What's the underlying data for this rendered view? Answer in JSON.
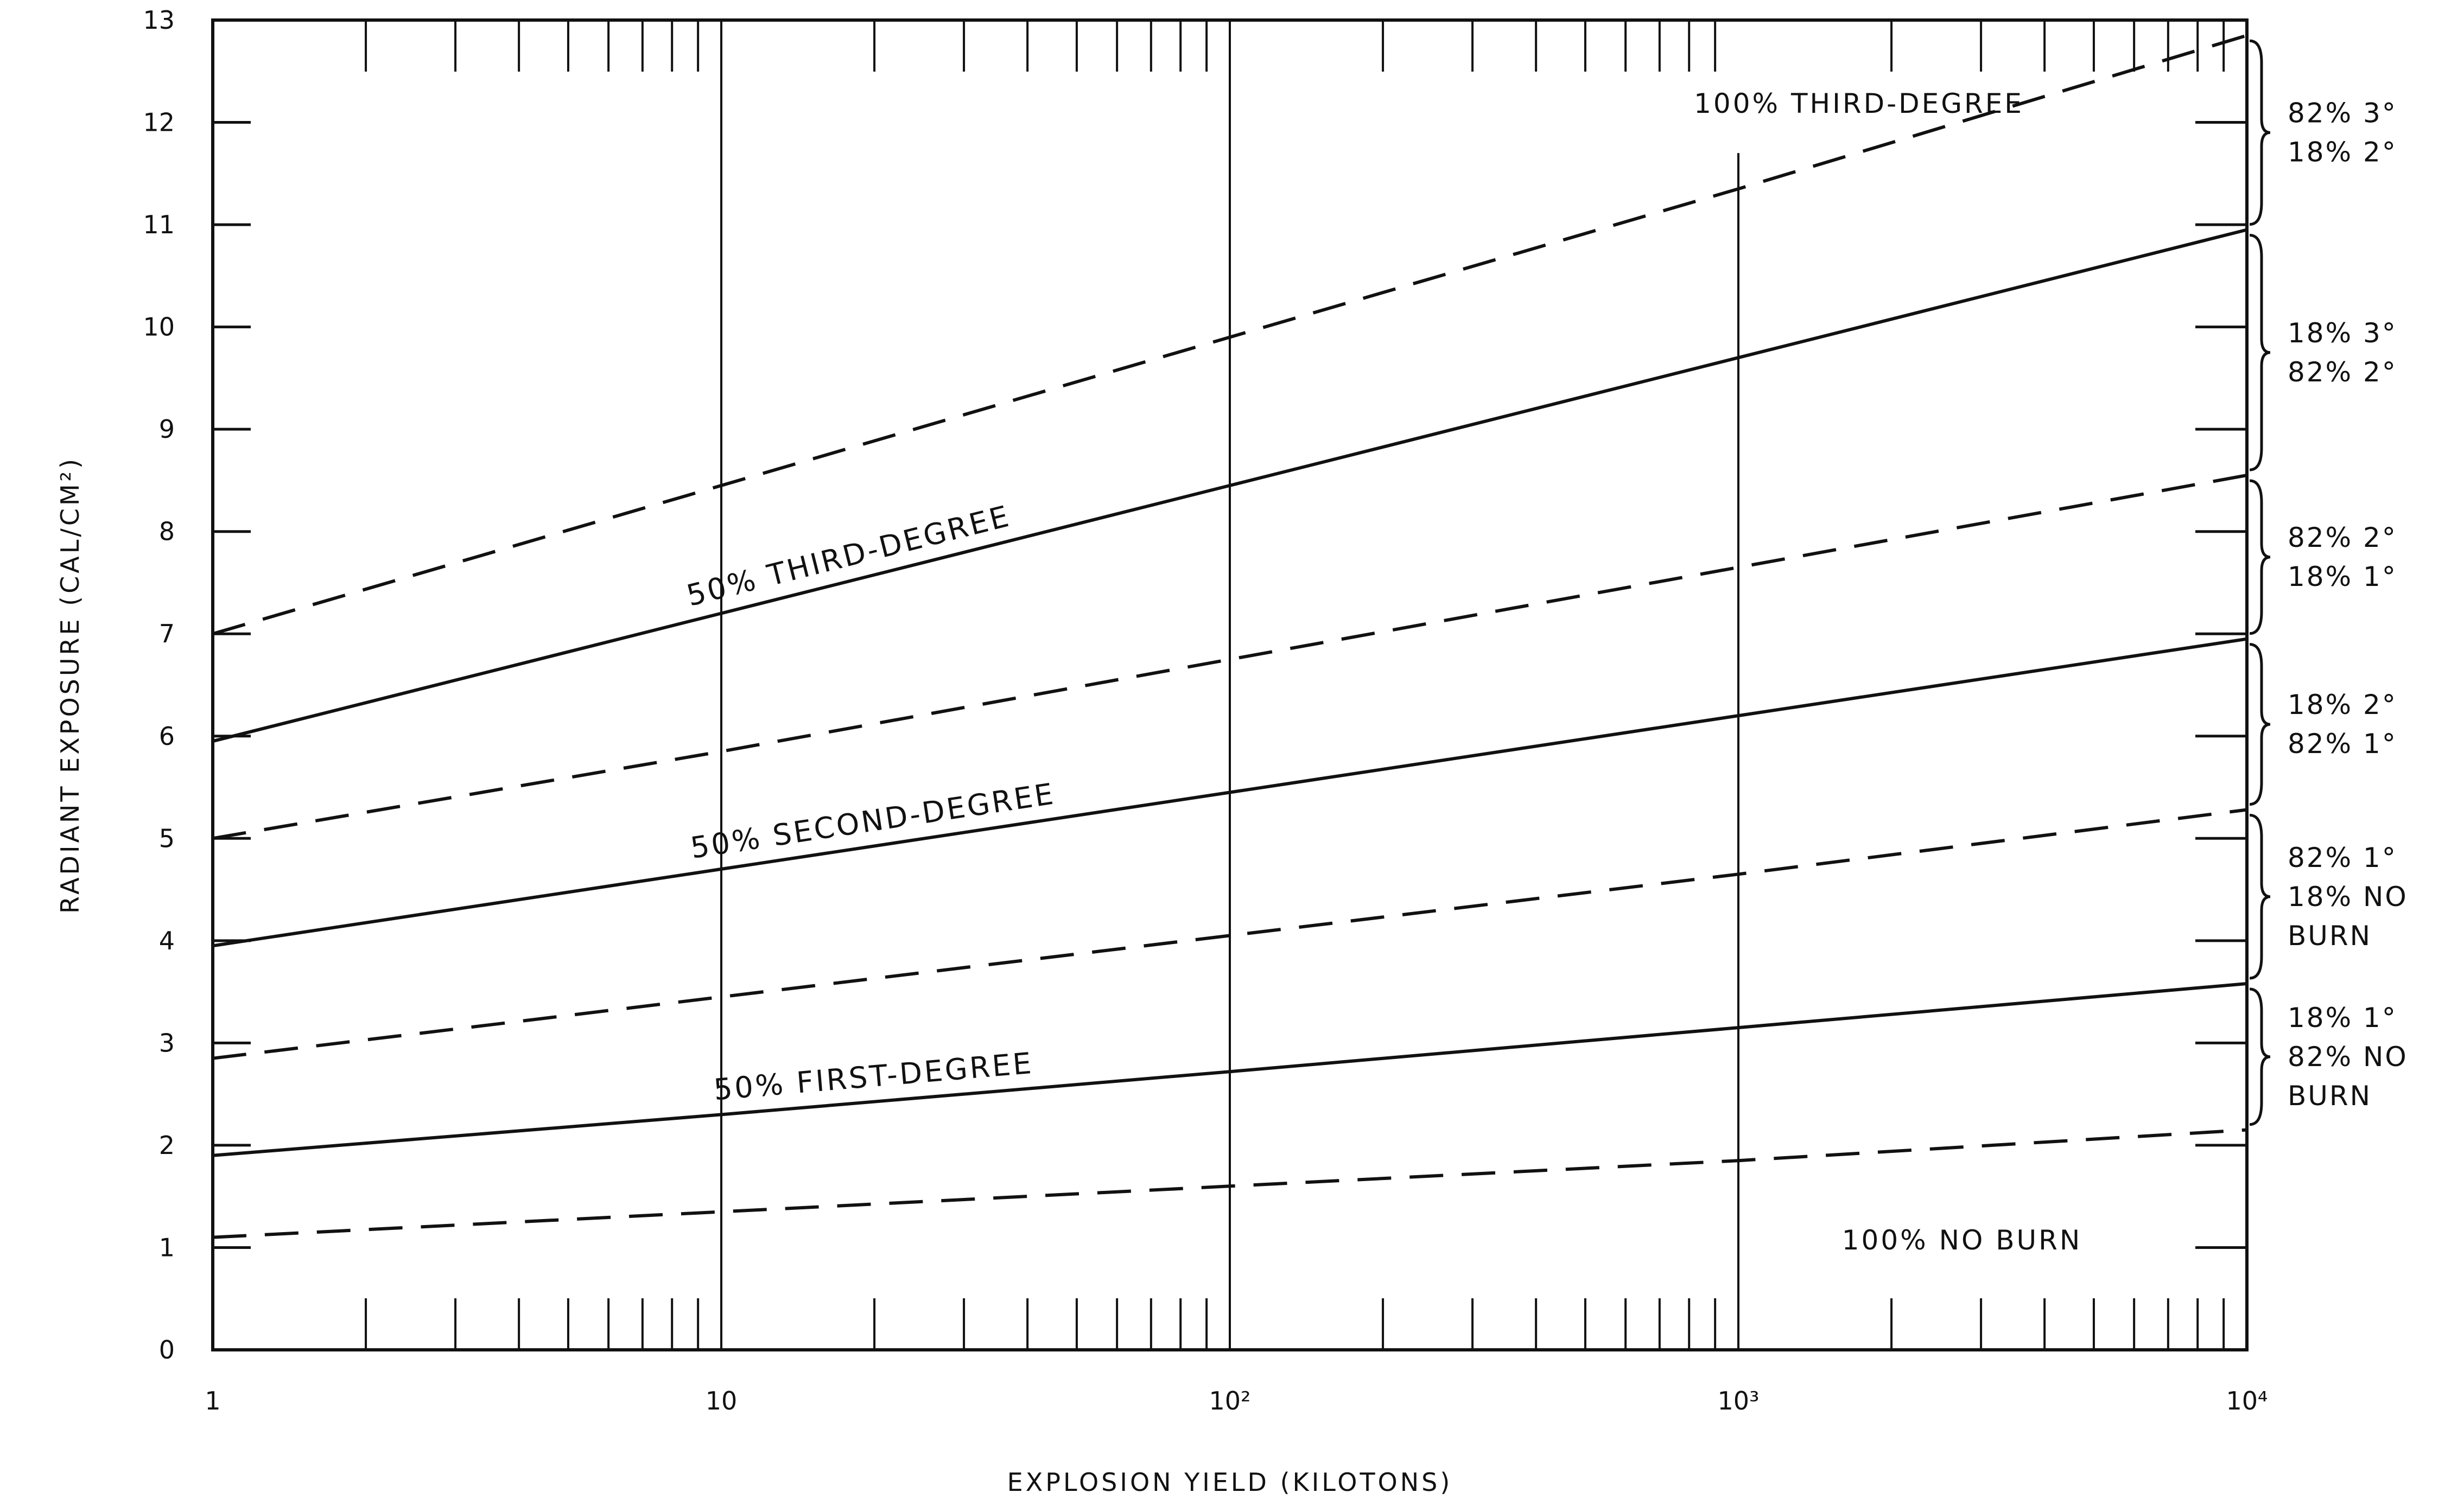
{
  "chart_data": {
    "type": "line",
    "title": "",
    "xlabel": "EXPLOSION YIELD (KILOTONS)",
    "ylabel": "RADIANT EXPOSURE (CAL/CM²)",
    "x_scale": "log",
    "xlim": [
      1,
      10000
    ],
    "ylim": [
      0,
      13
    ],
    "grid": "vertical lines at each decade",
    "x_tick_labels": [
      {
        "value": 1,
        "label": "1"
      },
      {
        "value": 10,
        "label": "10"
      },
      {
        "value": 100,
        "label": "10²"
      },
      {
        "value": 1000,
        "label": "10³"
      },
      {
        "value": 10000,
        "label": "10⁴"
      }
    ],
    "y_ticks": [
      0,
      1,
      2,
      3,
      4,
      5,
      6,
      7,
      8,
      9,
      10,
      11,
      12,
      13
    ],
    "series": [
      {
        "style": "dashed",
        "x": [
          1,
          10,
          100,
          1000,
          10000
        ],
        "y": [
          1.1,
          1.35,
          1.6,
          1.85,
          2.15
        ]
      },
      {
        "name": "50% FIRST-DEGREE",
        "style": "solid",
        "x": [
          1,
          10,
          100,
          1000,
          10000
        ],
        "y": [
          1.9,
          2.3,
          2.72,
          3.15,
          3.58
        ]
      },
      {
        "style": "dashed",
        "x": [
          1,
          10,
          100,
          1000,
          10000
        ],
        "y": [
          2.85,
          3.45,
          4.05,
          4.65,
          5.28
        ]
      },
      {
        "name": "50% SECOND-DEGREE",
        "style": "solid",
        "x": [
          1,
          10,
          100,
          1000,
          10000
        ],
        "y": [
          3.95,
          4.7,
          5.45,
          6.2,
          6.95
        ]
      },
      {
        "style": "dashed",
        "x": [
          1,
          10,
          100,
          1000,
          10000
        ],
        "y": [
          5.0,
          5.85,
          6.75,
          7.65,
          8.55
        ]
      },
      {
        "name": "50% THIRD-DEGREE",
        "style": "solid",
        "x": [
          1,
          10,
          100,
          1000,
          10000
        ],
        "y": [
          5.95,
          7.2,
          8.45,
          9.7,
          10.95
        ]
      },
      {
        "style": "dashed",
        "x": [
          1,
          10,
          100,
          1000,
          10000
        ],
        "y": [
          7.0,
          8.45,
          9.9,
          11.35,
          12.85
        ]
      }
    ],
    "annotations": [
      {
        "text": "100% THIRD-DEGREE"
      },
      {
        "text": "100% NO BURN"
      }
    ],
    "right_brackets": [
      {
        "lines": [
          "82% 3°",
          "18% 2°"
        ]
      },
      {
        "lines": [
          "18% 3°",
          "82% 2°"
        ]
      },
      {
        "lines": [
          "82% 2°",
          "18% 1°"
        ]
      },
      {
        "lines": [
          "18% 2°",
          "82% 1°"
        ]
      },
      {
        "lines": [
          "82% 1°",
          "18% NO",
          "BURN"
        ]
      },
      {
        "lines": [
          "18% 1°",
          "82% NO",
          "BURN"
        ]
      }
    ]
  }
}
